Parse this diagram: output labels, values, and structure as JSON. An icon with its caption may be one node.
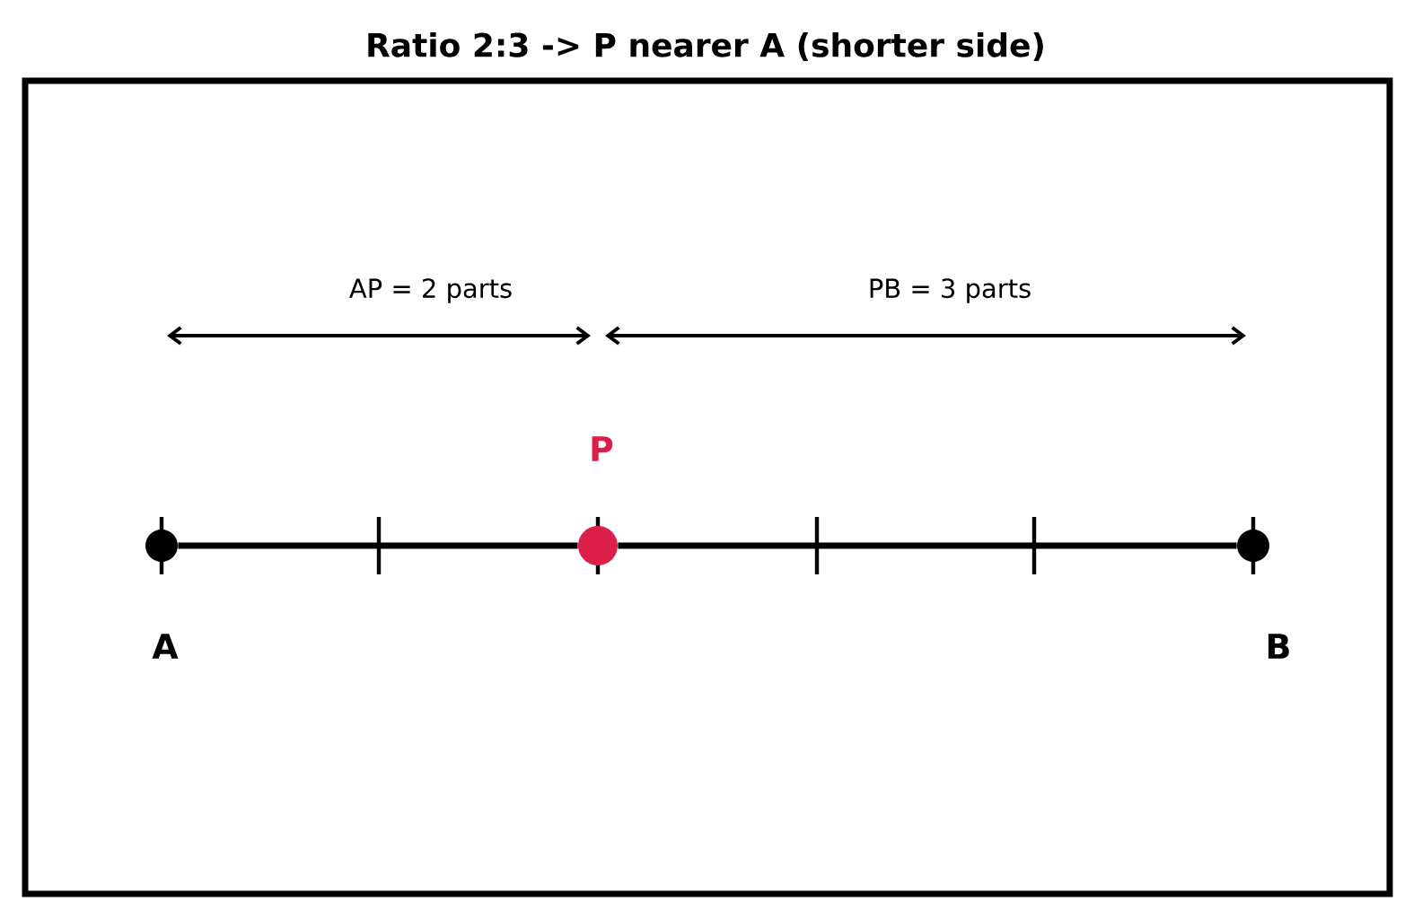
{
  "diagram": {
    "title": "Ratio 2:3  ->  P nearer A (shorter side)",
    "nodes": [
      {
        "text": [],
        "shape": "circle",
        "beside": [
          "A"
        ]
      },
      {
        "text": [],
        "shape": "circle",
        "beside": [
          "P"
        ]
      },
      {
        "text": [],
        "shape": "circle",
        "beside": [
          "B"
        ]
      }
    ],
    "edges": [
      {
        "from": 0,
        "to": 1,
        "arrow": "none"
      },
      {
        "from": 1,
        "to": 2,
        "arrow": "none"
      }
    ],
    "labels": [
      "AP = 2 parts",
      "PB = 3 parts"
    ]
  }
}
